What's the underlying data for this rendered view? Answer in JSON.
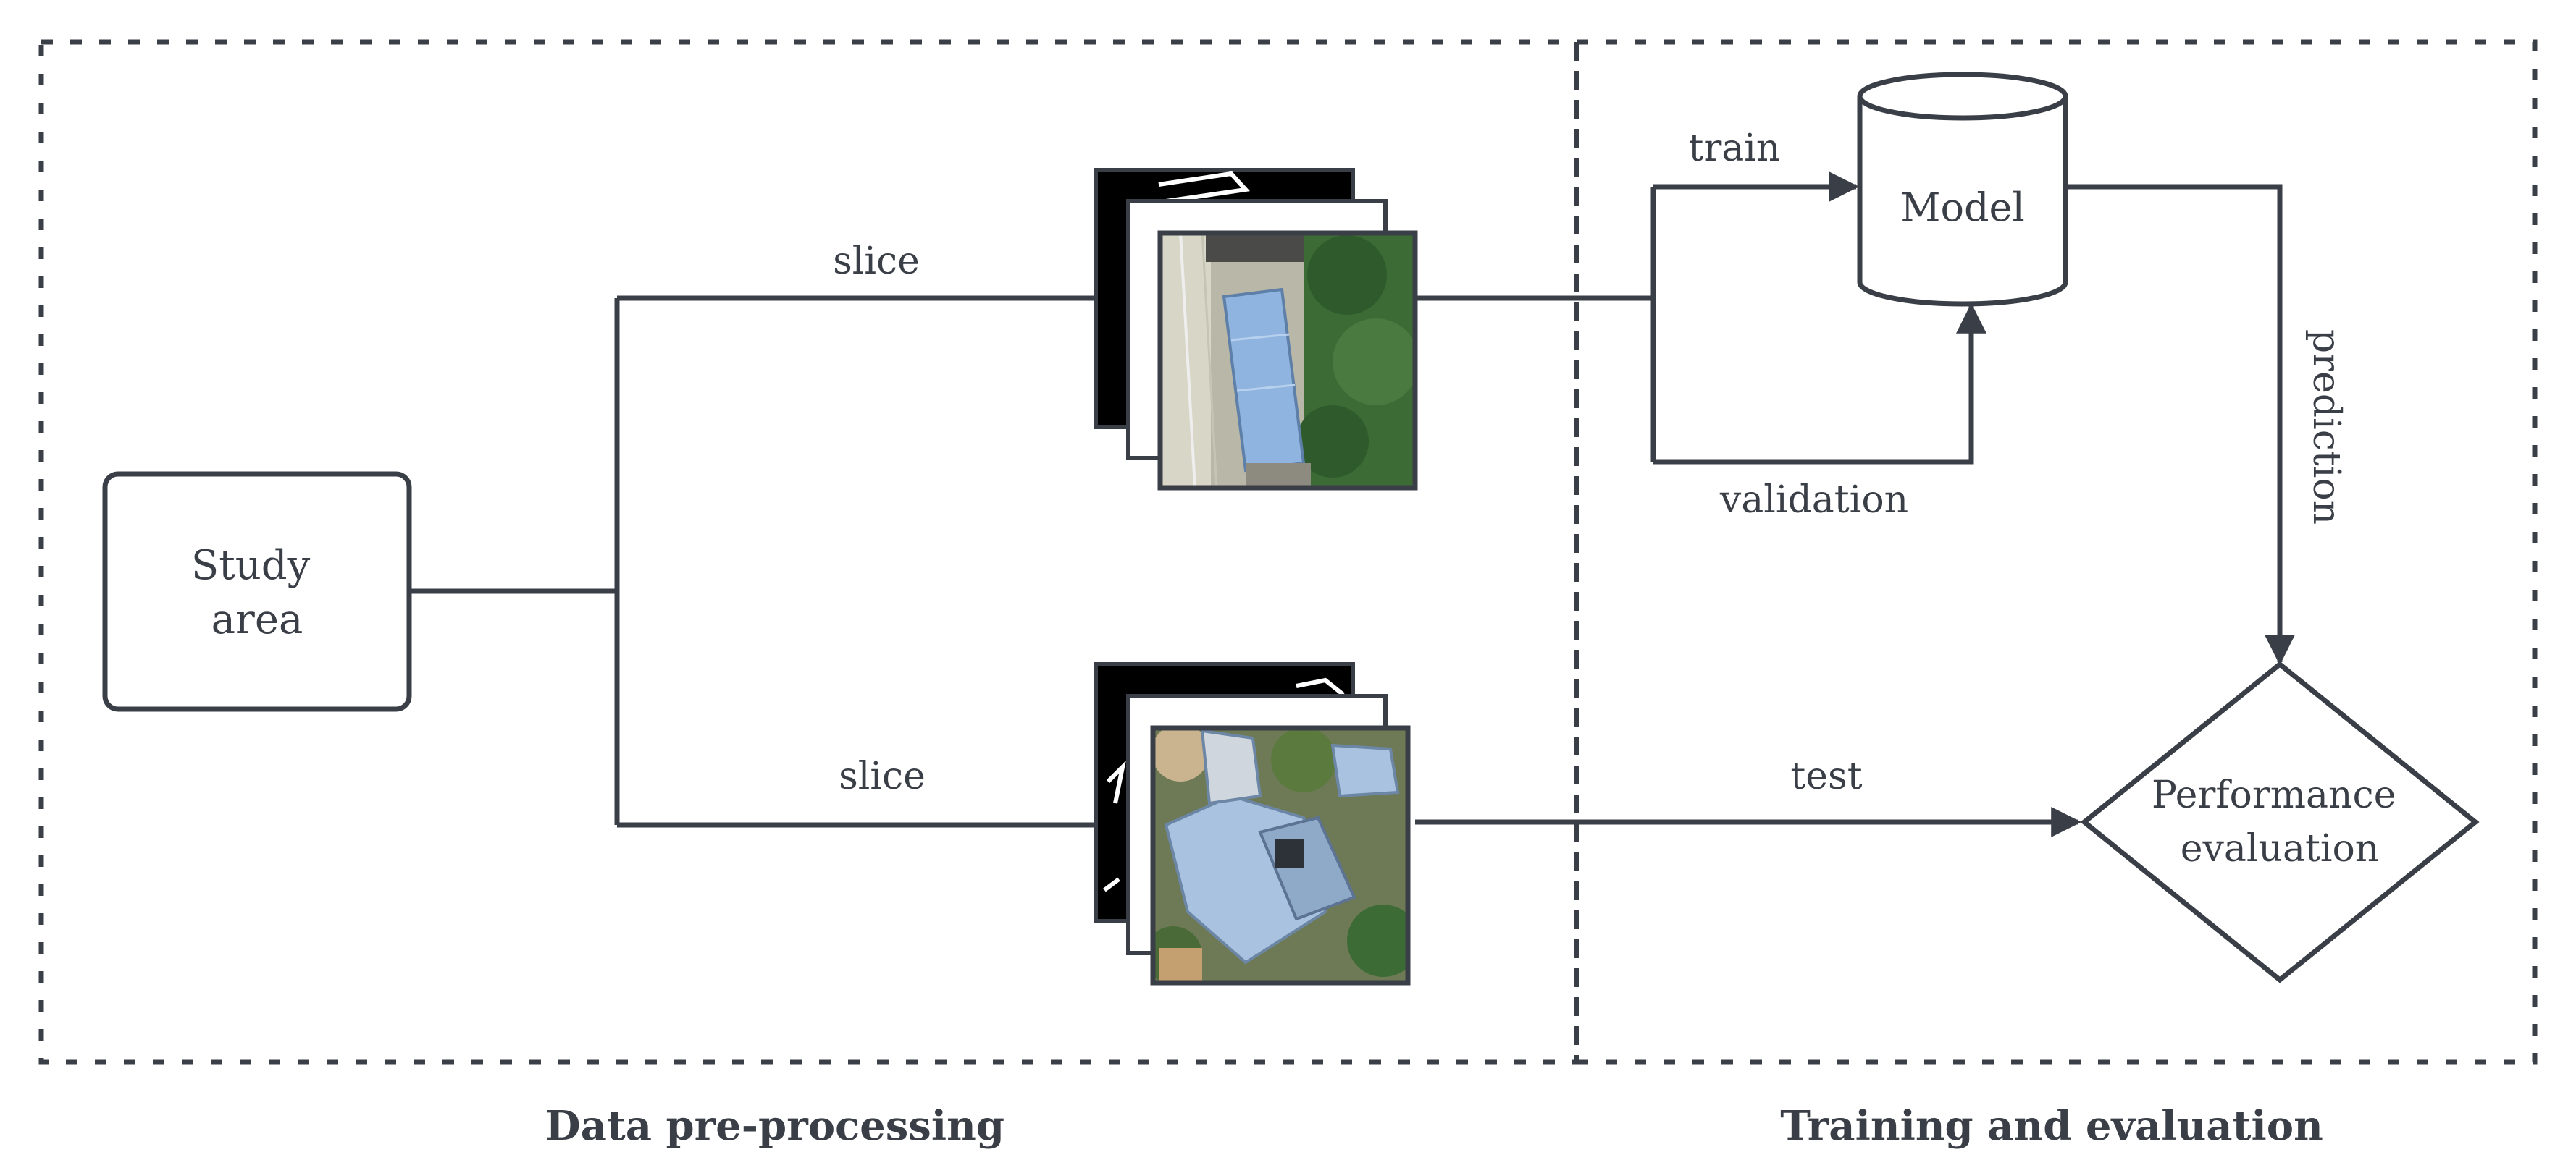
{
  "nodes": {
    "study_area": [
      "Study",
      "area"
    ],
    "model": "Model",
    "performance": [
      "Performance",
      "evaluation"
    ]
  },
  "edges": {
    "slice_top": "slice",
    "slice_bottom": "slice",
    "train": "train",
    "validation": "validation",
    "prediction": "prediction",
    "test": "test"
  },
  "sections": {
    "left": "Data pre-processing",
    "right": "Training and evaluation"
  },
  "colors": {
    "line": "#3a3f47",
    "mask_bg": "#000000",
    "pool_blue": "#8fb4e0",
    "vegetation": "#3d6b35",
    "roof": "#a9c2df"
  },
  "icons": {
    "tile_stack_top": "aerial-image-stack-pool",
    "tile_stack_bottom": "aerial-image-stack-building"
  }
}
